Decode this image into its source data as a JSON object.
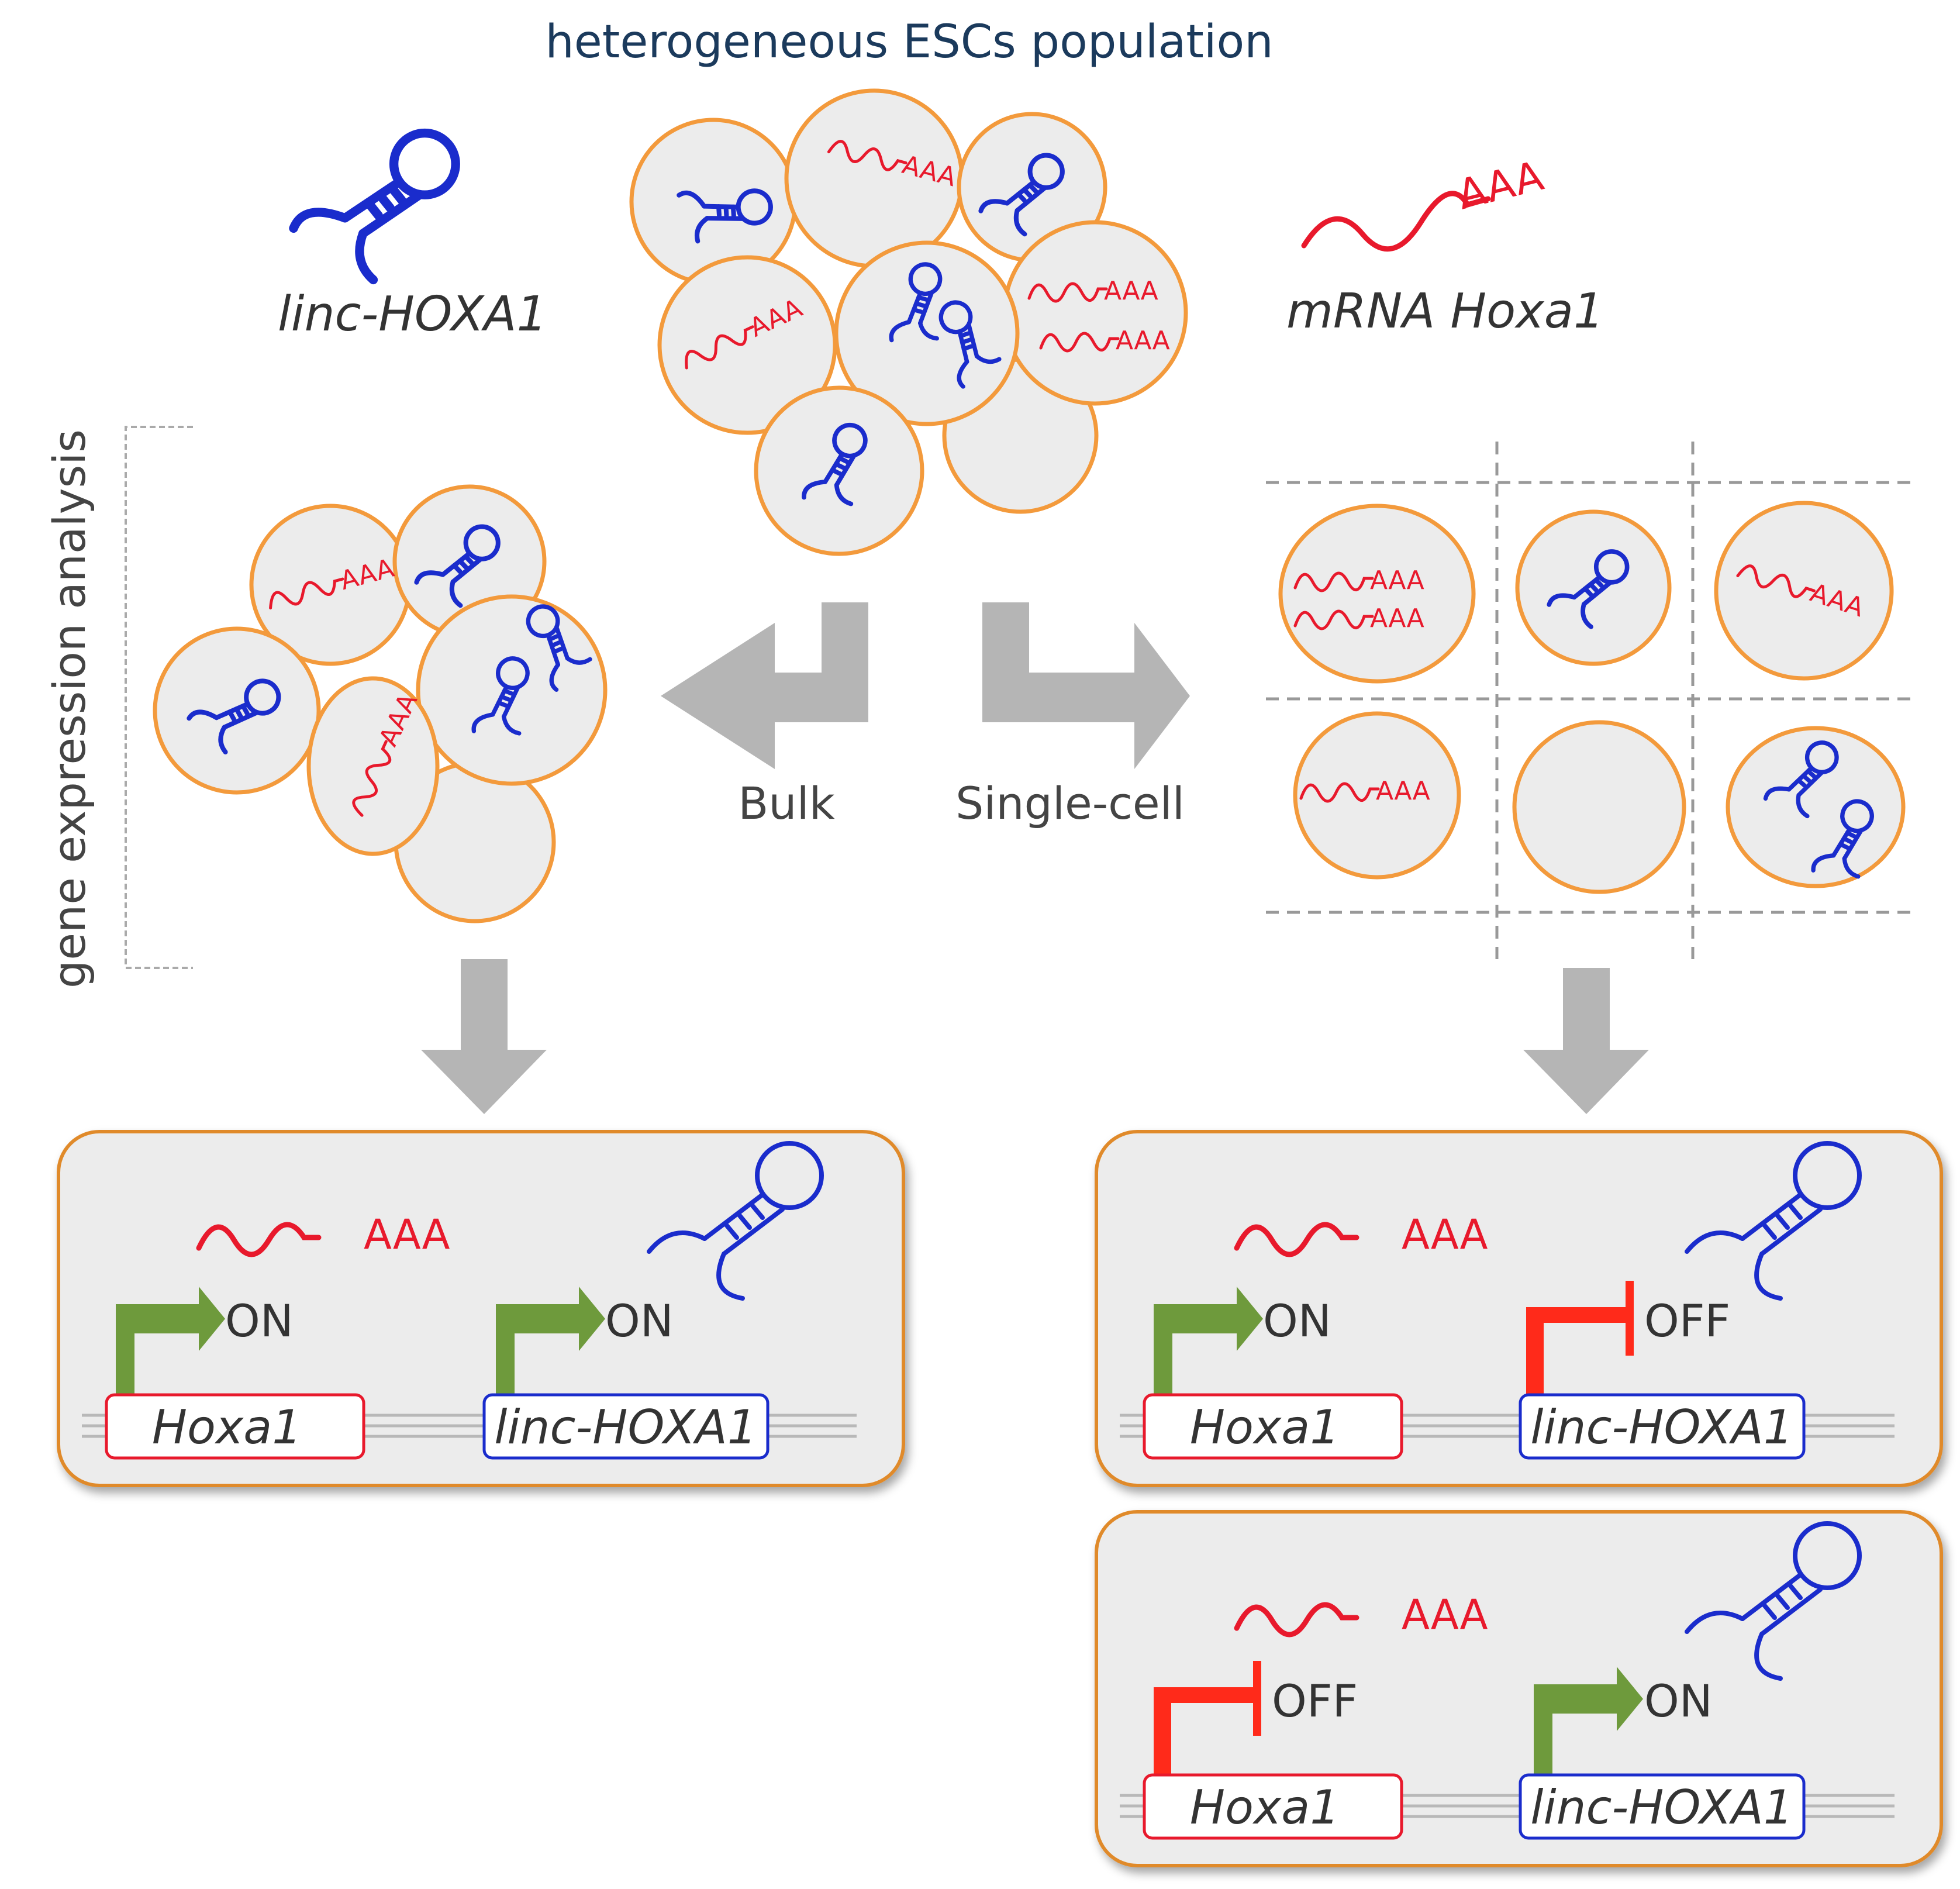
{
  "title": "heterogeneous ESCs population",
  "legend": {
    "lincrna_label": "linc-HOXA1",
    "mrna_label": "mRNA Hoxa1",
    "poly_a": "AAA"
  },
  "side_label": "gene expression analysis",
  "arrows": {
    "bulk": "Bulk",
    "single_cell": "Single-cell"
  },
  "panels": [
    {
      "id": "bulk-result",
      "genes": [
        {
          "name": "Hoxa1",
          "state": "ON"
        },
        {
          "name": "linc-HOXA1",
          "state": "ON"
        }
      ]
    },
    {
      "id": "single-cell-result-1",
      "genes": [
        {
          "name": "Hoxa1",
          "state": "ON"
        },
        {
          "name": "linc-HOXA1",
          "state": "OFF"
        }
      ]
    },
    {
      "id": "single-cell-result-2",
      "genes": [
        {
          "name": "Hoxa1",
          "state": "OFF"
        },
        {
          "name": "linc-HOXA1",
          "state": "ON"
        }
      ]
    }
  ],
  "colors": {
    "cell_fill": "#ececec",
    "cell_border": "#f39a3c",
    "lincrna": "#1a2ccc",
    "mrna": "#e8192c",
    "on_arrow": "#6e9a3c",
    "off_arrow": "#ff2a1a",
    "flow_arrow": "#b5b5b5"
  }
}
